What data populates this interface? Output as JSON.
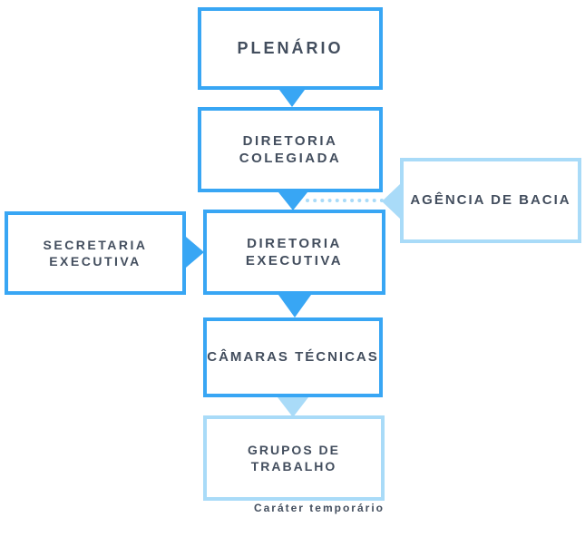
{
  "palette": {
    "strong_blue": "#38a6f4",
    "light_blue": "#a9dbf8",
    "text_color": "#434e5e"
  },
  "nodes": {
    "plenario": {
      "label": "PLENÁRIO"
    },
    "diretoria_colegiada": {
      "label": "DIRETORIA COLEGIADA"
    },
    "agencia_de_bacia": {
      "label": "AGÊNCIA DE BACIA"
    },
    "secretaria_executiva": {
      "label": "SECRETARIA EXECUTIVA"
    },
    "diretoria_executiva": {
      "label": "DIRETORIA EXECUTIVA"
    },
    "camaras_tecnicas": {
      "label": "CÂMARAS TÉCNICAS"
    },
    "grupos_de_trabalho": {
      "label": "GRUPOS DE TRABALHO"
    }
  },
  "edges": [
    {
      "from": "plenario",
      "to": "diretoria_colegiada",
      "style": "solid-arrow-down"
    },
    {
      "from": "diretoria_colegiada",
      "to": "diretoria_executiva",
      "style": "solid-arrow-down"
    },
    {
      "from": "agencia_de_bacia",
      "to": "diretoria_executiva",
      "style": "dotted-arrow-left"
    },
    {
      "from": "secretaria_executiva",
      "to": "diretoria_executiva",
      "style": "solid-arrow-right"
    },
    {
      "from": "diretoria_executiva",
      "to": "camaras_tecnicas",
      "style": "solid-arrow-down"
    },
    {
      "from": "camaras_tecnicas",
      "to": "grupos_de_trabalho",
      "style": "light-arrow-down"
    }
  ],
  "caption": "Caráter temporário"
}
